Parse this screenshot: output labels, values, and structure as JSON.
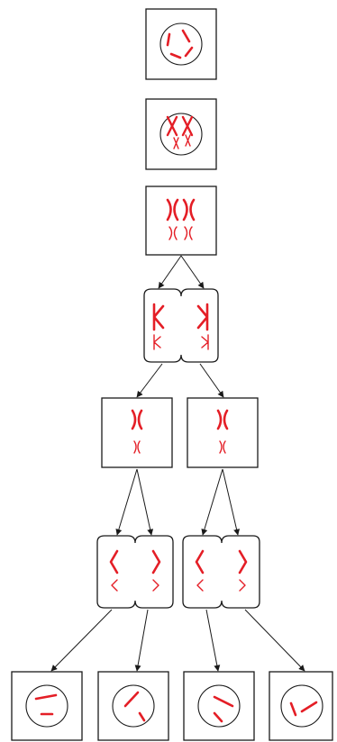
{
  "diagram": {
    "kind": "meiosis-cell-division",
    "caption": "",
    "colors": {
      "chromosome": "#e41e26",
      "outline": "#1a1a1a",
      "arrow": "#1a1a1a",
      "background": "#ffffff"
    },
    "stages": [
      {
        "id": "interphase",
        "cells": 1,
        "chromosomes": 3
      },
      {
        "id": "prophase-1",
        "cells": 1,
        "chromosomes": 4
      },
      {
        "id": "metaphase-1",
        "cells": 1,
        "chromosomes": 4
      },
      {
        "id": "anaphase-1",
        "cells": 1,
        "chromosomes": 4
      },
      {
        "id": "telophase-1",
        "cells": 2,
        "chromosomes": 2
      },
      {
        "id": "anaphase-2",
        "cells": 2,
        "chromosomes": 4
      },
      {
        "id": "daughter-cells",
        "cells": 4,
        "chromosomes": 2
      }
    ],
    "icons": [
      "arrow-head-icon"
    ]
  }
}
